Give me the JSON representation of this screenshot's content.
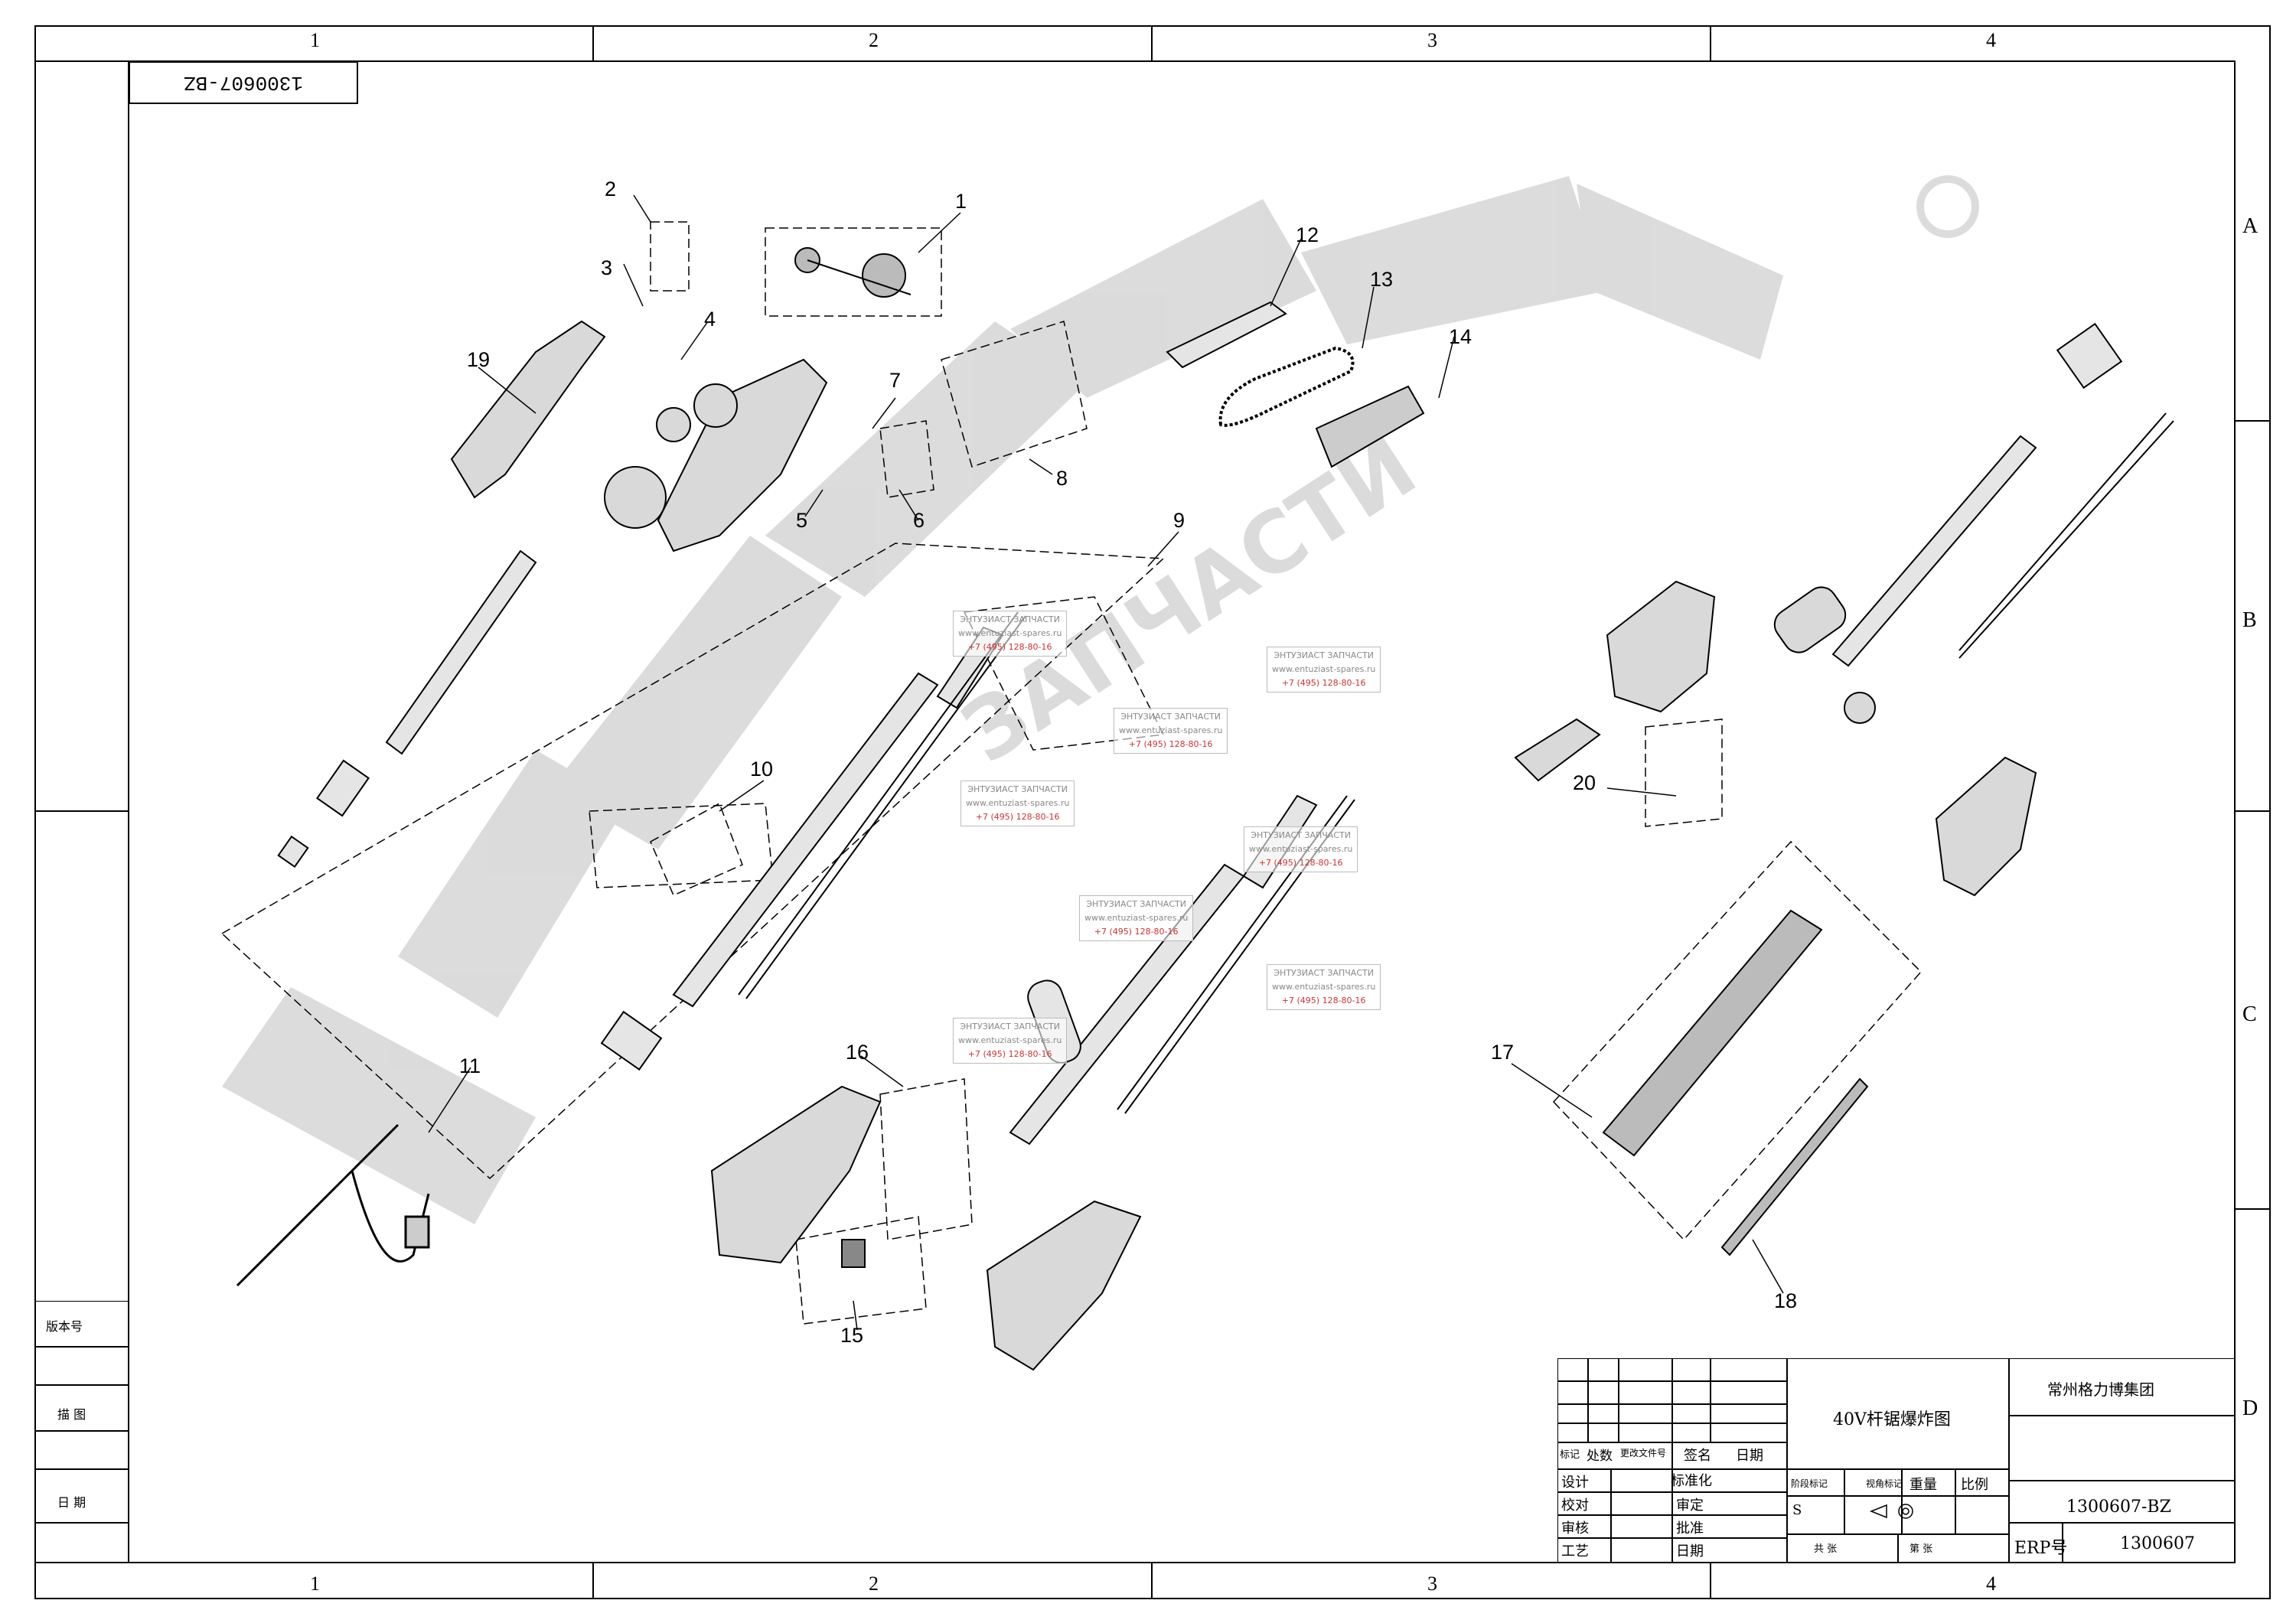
{
  "drawing": {
    "title": "40V杆锯爆炸图",
    "company": "常州格力博集团",
    "drawing_number": "1300607-BZ",
    "erp_label": "ERP号",
    "erp_number": "1300607",
    "stamp_code": "1300607-BZ"
  },
  "zones": {
    "columns": [
      "1",
      "2",
      "3",
      "4"
    ],
    "rows": [
      "A",
      "B",
      "C",
      "D"
    ]
  },
  "callouts": [
    "1",
    "2",
    "3",
    "4",
    "5",
    "6",
    "7",
    "8",
    "9",
    "10",
    "11",
    "12",
    "13",
    "14",
    "15",
    "16",
    "17",
    "18",
    "19",
    "20"
  ],
  "title_block": {
    "change_headers": [
      "标记",
      "处数",
      "更改文件号",
      "签名",
      "日期"
    ],
    "roles": [
      "设计",
      "校对",
      "审核",
      "工艺"
    ],
    "role_fields": [
      "标准化",
      "审定",
      "批准",
      "日期"
    ],
    "stage_headers": [
      "阶段标记",
      "视角标记",
      "重量",
      "比例"
    ],
    "stage_mark": "S",
    "sheet_total": "共 张",
    "sheet_no": "第 张"
  },
  "side_panel": [
    "版本号",
    "描 图",
    "日 期"
  ],
  "watermark": {
    "logo_text": "ЭНТУЗИАСТ ЗАПЧАСТИ®",
    "stamps": [
      {
        "name": "ЭНТУЗИАСТ ЗАПЧАСТИ",
        "url": "www.entuziast-spares.ru",
        "phone": "+7 (495) 128-80-16"
      }
    ]
  }
}
